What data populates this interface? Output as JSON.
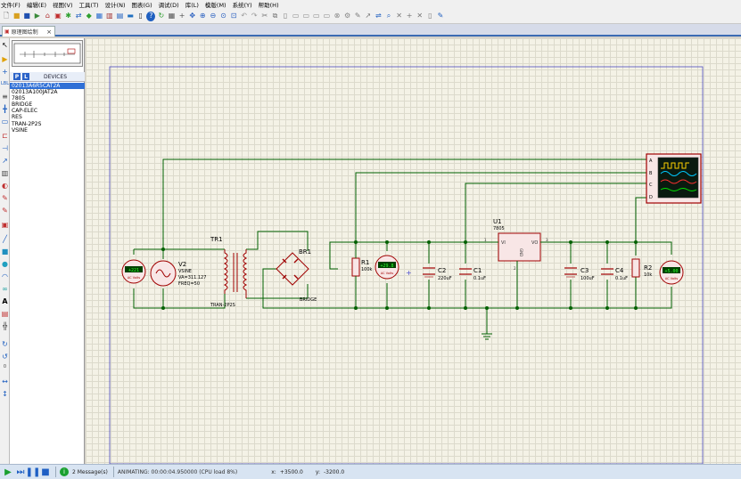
{
  "menu": [
    "文件(F)",
    "编辑(E)",
    "视图(V)",
    "工具(T)",
    "设计(N)",
    "图表(G)",
    "调试(D)",
    "库(L)",
    "模版(M)",
    "系统(Y)",
    "帮助(H)"
  ],
  "tab": {
    "label": "原理图绘制",
    "close": "×"
  },
  "panel": {
    "p_label": "P",
    "l_label": "L",
    "title": "DEVICES",
    "devices": [
      "02013A6R5CAT2A",
      "02013A100JAT2A",
      "7805",
      "BRIDGE",
      "CAP-ELEC",
      "RES",
      "TRAN-2P2S",
      "VSINE"
    ],
    "selected_index": 0
  },
  "schematic": {
    "v2_ref": "V2",
    "v2_type": "VSINE",
    "v2_va": "VA=311.127",
    "v2_freq": "FREQ=50",
    "tr1_ref": "TR1",
    "tr1_type": "TRAN-2P2S",
    "br1_ref": "BR1",
    "br1_type": "BRIDGE",
    "r1_ref": "R1",
    "r1_val": "100k",
    "c2_ref": "C2",
    "c2_val": "220uF",
    "c1_ref": "C1",
    "c1_val": "0.1uF",
    "u1_ref": "U1",
    "u1_type": "7805",
    "u1_vi": "VI",
    "u1_vo": "VO",
    "u1_gnd": "GND",
    "u1_pin1": "1",
    "u1_pin2": "2",
    "u1_pin3": "3",
    "c3_ref": "C3",
    "c3_val": "100uF",
    "c4_ref": "C4",
    "c4_val": "0.1uF",
    "r2_ref": "R2",
    "r2_val": "10k",
    "vm1_reading": "+221",
    "vm1_unit": "AC Volts",
    "vm2_reading": "+29.8",
    "vm2_unit": "AC Volts",
    "vm3_reading": "+5.00",
    "vm3_unit": "AC Volts",
    "scope_channels": [
      "A",
      "B",
      "C",
      "D"
    ]
  },
  "status": {
    "messages": "2 Message(s)",
    "animating": "ANIMATING: 00:00:04.950000 (CPU load 8%)",
    "x_label": "x:",
    "x_val": "+3500.0",
    "y_label": "y:",
    "y_val": "-3200.0"
  },
  "colors": {
    "wire": "#006000",
    "component": "#a00000",
    "meter": "#008800",
    "scope_a": "#ffd000",
    "scope_b": "#00c8ff",
    "scope_c": "#ff3030",
    "scope_d": "#00e000"
  }
}
